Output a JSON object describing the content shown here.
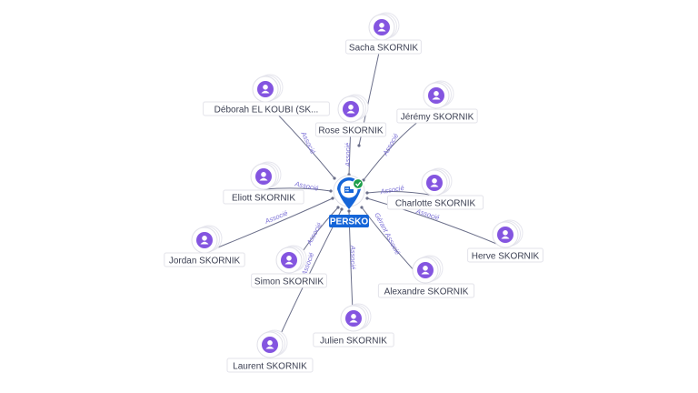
{
  "center": {
    "name": "PERSKO",
    "icon": "company-building-icon",
    "badge_icon": "check-badge-icon",
    "color": "#1565d8",
    "badge_color": "#1e9e4a"
  },
  "relation_color": "#7a6fd6",
  "person_color": "#8455e0",
  "nodes": [
    {
      "id": "sacha",
      "name": "Sacha SKORNIK",
      "relation": ""
    },
    {
      "id": "deborah",
      "name": "Déborah EL KOUBI (SK...",
      "relation": "Associé"
    },
    {
      "id": "rose",
      "name": "Rose SKORNIK",
      "relation": "Associé"
    },
    {
      "id": "jeremy",
      "name": "Jérémy SKORNIK",
      "relation": "Associé"
    },
    {
      "id": "eliott",
      "name": "Eliott SKORNIK",
      "relation": "Associé"
    },
    {
      "id": "charlotte",
      "name": "Charlotte SKORNIK",
      "relation": "Associé"
    },
    {
      "id": "jordan",
      "name": "Jordan SKORNIK",
      "relation": "Associé"
    },
    {
      "id": "herve",
      "name": "Herve SKORNIK",
      "relation": "Associé"
    },
    {
      "id": "simon",
      "name": "Simon SKORNIK",
      "relation": "Associé"
    },
    {
      "id": "alexandre",
      "name": "Alexandre SKORNIK",
      "relation": "Gérant Associé"
    },
    {
      "id": "julien",
      "name": "Julien SKORNIK",
      "relation": "Associé"
    },
    {
      "id": "laurent",
      "name": "Laurent SKORNIK",
      "relation": "Associé"
    }
  ]
}
